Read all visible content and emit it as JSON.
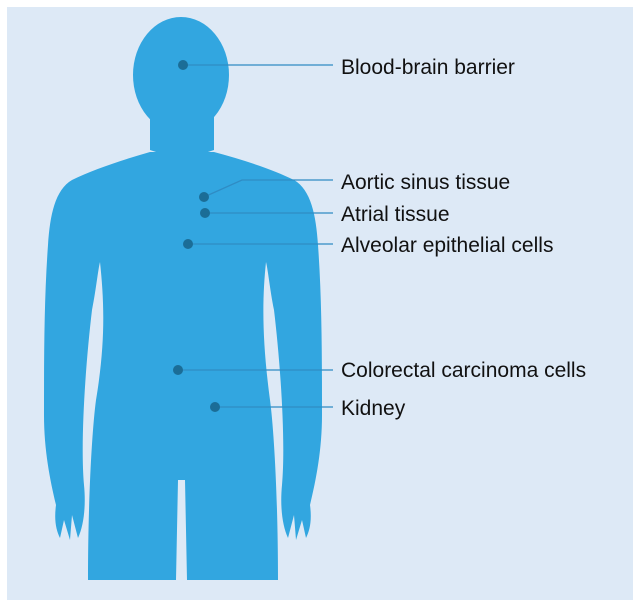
{
  "colors": {
    "background": "#dde9f6",
    "body": "#32a6e0",
    "marker": "#1b6d97",
    "leader_line": "#2f8cc4",
    "text": "#111111"
  },
  "labels": [
    {
      "id": "blood-brain-barrier",
      "text": "Blood-brain barrier"
    },
    {
      "id": "aortic-sinus-tissue",
      "text": "Aortic sinus tissue"
    },
    {
      "id": "atrial-tissue",
      "text": "Atrial tissue"
    },
    {
      "id": "alveolar-epithelial-cells",
      "text": "Alveolar epithelial cells"
    },
    {
      "id": "colorectal-carcinoma-cells",
      "text": "Colorectal carcinoma cells"
    },
    {
      "id": "kidney",
      "text": "Kidney"
    }
  ]
}
